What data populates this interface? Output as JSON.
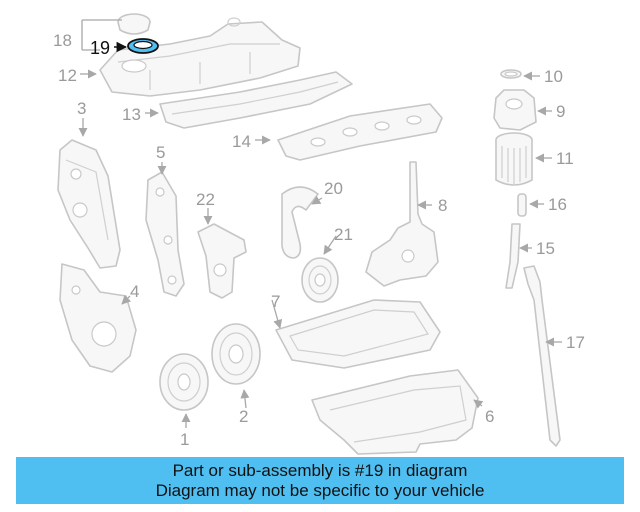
{
  "highlight_color": "#4fbef0",
  "highlighted_part": "19",
  "callouts": {
    "p1": "1",
    "p2": "2",
    "p3": "3",
    "p4": "4",
    "p5": "5",
    "p6": "6",
    "p7": "7",
    "p8": "8",
    "p9": "9",
    "p10": "10",
    "p11": "11",
    "p12": "12",
    "p13": "13",
    "p14": "14",
    "p15": "15",
    "p16": "16",
    "p17": "17",
    "p18": "18",
    "p19": "19",
    "p20": "20",
    "p21": "21",
    "p22": "22"
  },
  "banner": {
    "line1": "Part or sub-assembly is #19 in diagram",
    "line2": "Diagram may not be specific to your vehicle"
  }
}
